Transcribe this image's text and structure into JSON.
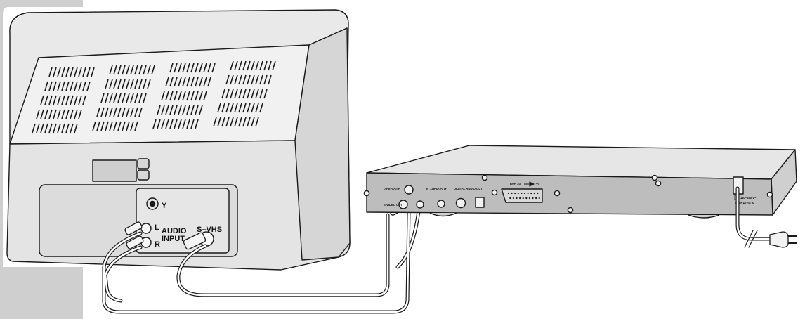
{
  "tv": {
    "audio_label_l": "L",
    "audio_label_r": "R",
    "audio_input_line1": "AUDIO",
    "audio_input_line2": "INPUT",
    "svhs_label": "S–VHS",
    "antenna_symbol": "Y"
  },
  "player": {
    "video_out": "VIDEO OUT",
    "s_video_out": "S VIDEO OUT",
    "audio_out_r": "R",
    "audio_out": "AUDIO OUT",
    "audio_out_l": "L",
    "digital_audio_out": "DIGITAL AUDIO OUT",
    "scart_label": "DVD AV",
    "scart_target": "TV",
    "power_line1": "110–240 V~",
    "power_line2": "50/60 Hz 10 W"
  },
  "colors": {
    "line": "#1a1a1a",
    "tv_body": "#e9e9e9",
    "tv_panel": "#dcdcdc",
    "player_body": "#e2e2e2",
    "player_front": "#bdbdbd",
    "page_left_tab": "#cfcfcf"
  }
}
